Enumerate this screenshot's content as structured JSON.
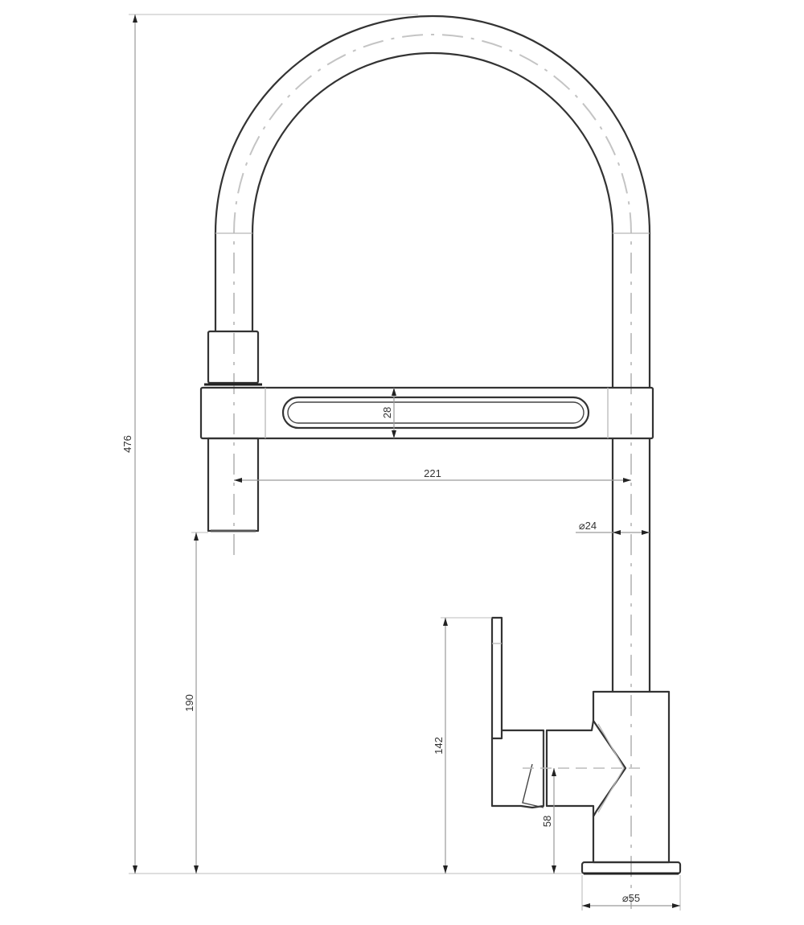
{
  "drawing": {
    "subject": "kitchen faucet with pull-out spray head, side elevation",
    "colors": {
      "outline": "#333333",
      "centerline": "#c4c4c4",
      "dimension": "#9a9a9a",
      "background": "#ffffff"
    },
    "dimensions": {
      "total_height": "476",
      "spray_outlet_height": "190",
      "lever_height": "142",
      "lever_axis_height": "58",
      "spout_reach": "221",
      "holder_slot_height": "28",
      "spout_diameter": "⌀24",
      "base_diameter": "⌀55"
    }
  }
}
